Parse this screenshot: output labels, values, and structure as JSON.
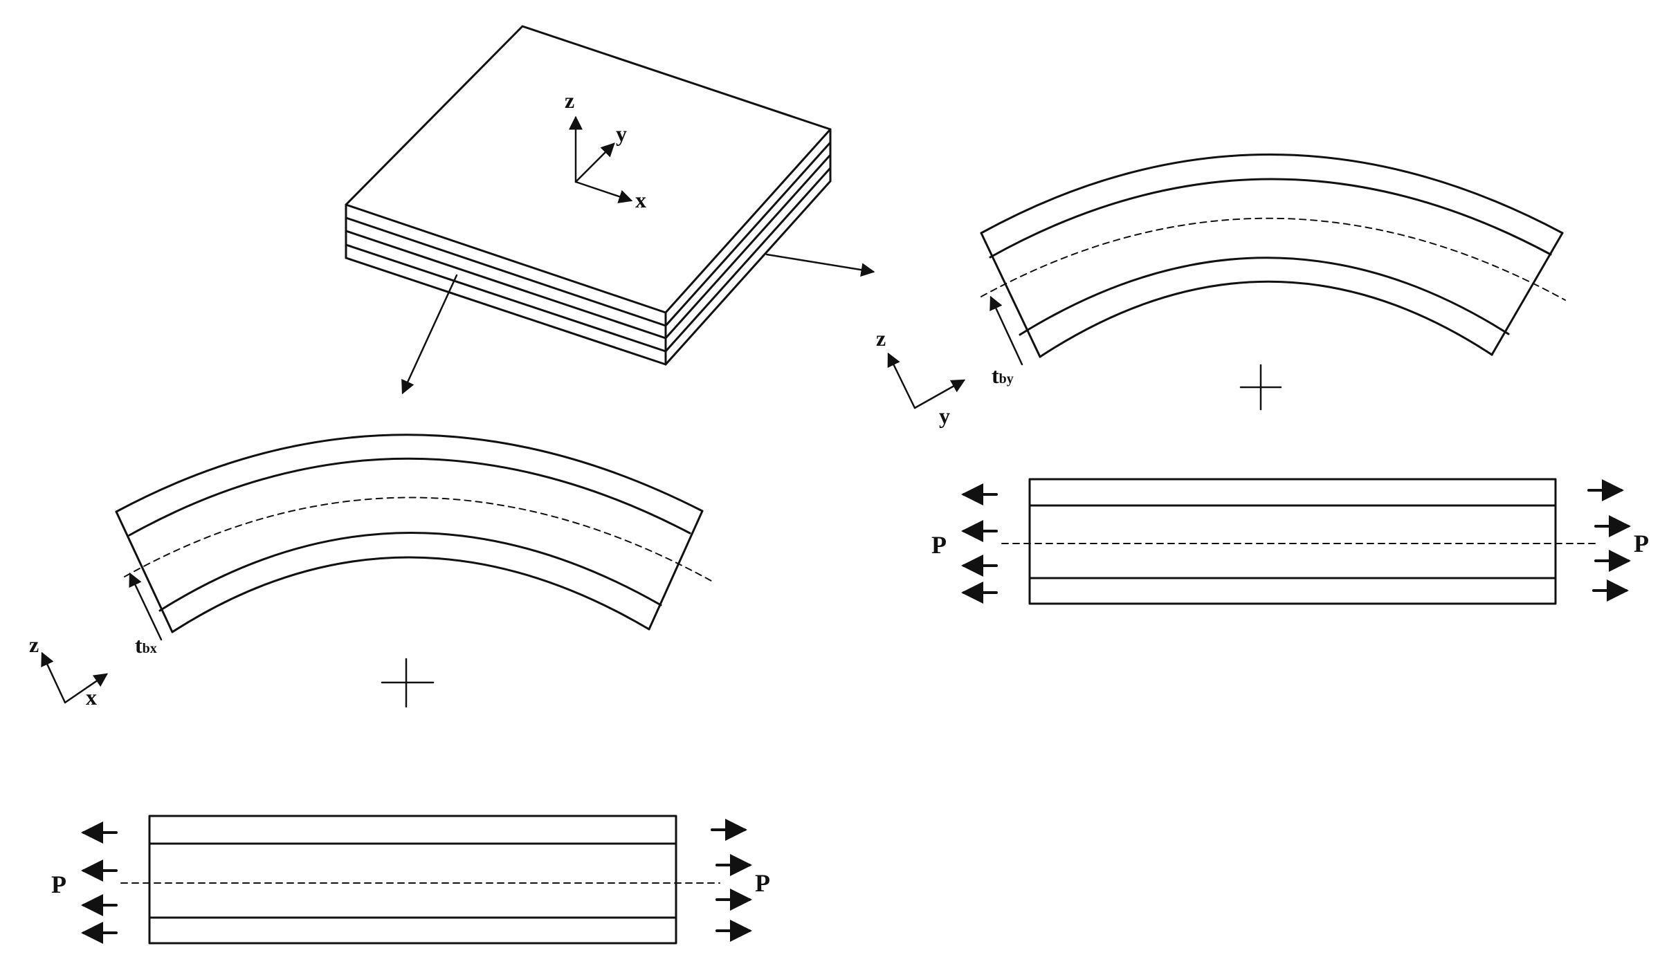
{
  "plate_axes": {
    "z": "z",
    "y": "y",
    "x": "x"
  },
  "right_view": {
    "axis_z": "z",
    "axis_y": "y",
    "thickness_main": "t",
    "thickness_sub": "by",
    "load_left": "P",
    "load_right": "P"
  },
  "left_view": {
    "axis_z": "z",
    "axis_x": "x",
    "thickness_main": "t",
    "thickness_sub": "bx",
    "load_left": "P",
    "load_right": "P"
  },
  "colors": {
    "stroke": "#111111",
    "background": "#ffffff"
  }
}
